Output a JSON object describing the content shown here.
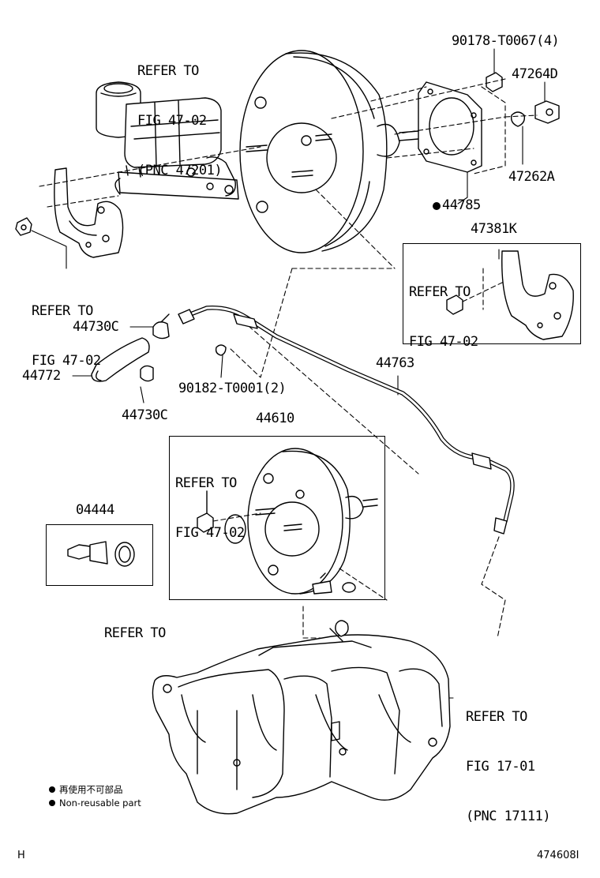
{
  "callouts": {
    "refer_master_cyl": [
      "REFER TO",
      "FIG 47-02",
      "(PNC 47201)"
    ],
    "bolt_90178": "90178-T0067(4)",
    "part_47264D": "47264D",
    "part_47262A": "47262A",
    "part_44785": "44785",
    "part_47381K": "47381K",
    "refer_bracket_left": [
      "REFER TO",
      "FIG 47-02"
    ],
    "refer_bracket_box": [
      "REFER TO",
      "FIG 47-02"
    ],
    "part_44730C_top": "44730C",
    "part_44772": "44772",
    "part_44730C_bottom": "44730C",
    "clip_90182": "90182-T0001(2)",
    "part_44763": "44763",
    "part_44610": "44610",
    "refer_booster_box": [
      "REFER TO",
      "FIG 47-02"
    ],
    "part_04444": "04444",
    "refer_to_plain": "REFER TO",
    "refer_manifold": [
      "REFER TO",
      "FIG 17-01",
      "(PNC 17111)"
    ]
  },
  "legend": {
    "items": [
      {
        "text": "再使用不可部品"
      },
      {
        "text": "Non-reusable part"
      }
    ]
  },
  "footer": {
    "left_code": "H",
    "figure_id": "474608I"
  }
}
